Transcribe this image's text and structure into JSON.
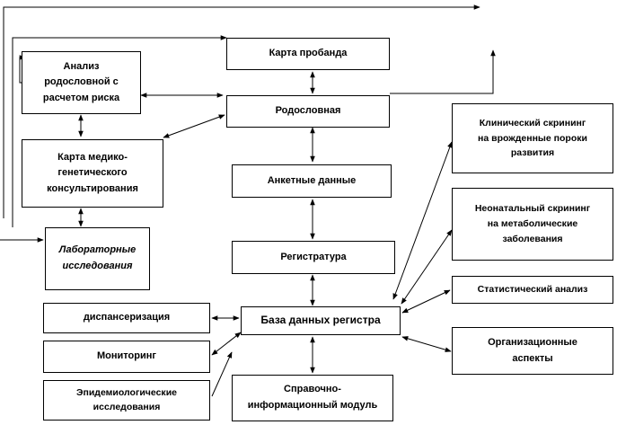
{
  "diagram": {
    "boxes": {
      "karta_probanda": "Карта пробанда",
      "analiz": "Анализ\nродословной с\nрасчетом риска",
      "rodoslovnaya": "Родословная",
      "karta_mgk": "Карта медико-\nгенетического\nконсультирования",
      "anketnye": "Анкетные данные",
      "laboratornye": "Лабораторные\nисследования",
      "registratura": "Регистратура",
      "baza": "База данных регистра",
      "dispanserizaciya": "диспансеризация",
      "monitoring": "Мониторинг",
      "epidemiologicheskie": "Эпидемиологические\nисследования",
      "spravochno": "Справочно-\nинформационный модуль",
      "klinicheskiy": "Клинический скрининг\nна врожденные пороки\nразвития",
      "neonatalnyy": "Неонатальный скрининг\nна метаболические\nзаболевания",
      "statisticheskiy": "Статистический анализ",
      "organizacionnye": "Организационные\nаспекты"
    }
  }
}
